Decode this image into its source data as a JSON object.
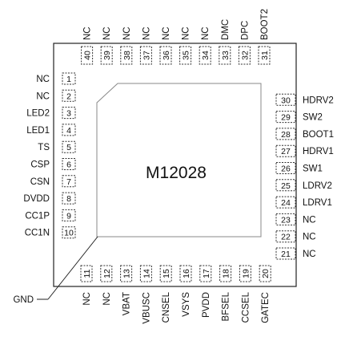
{
  "chip_name": "M12028",
  "pad_label": "GND",
  "pins": {
    "left": [
      {
        "num": "1",
        "name": "NC"
      },
      {
        "num": "2",
        "name": "NC"
      },
      {
        "num": "3",
        "name": "LED2"
      },
      {
        "num": "4",
        "name": "LED1"
      },
      {
        "num": "5",
        "name": "TS"
      },
      {
        "num": "6",
        "name": "CSP"
      },
      {
        "num": "7",
        "name": "CSN"
      },
      {
        "num": "8",
        "name": "DVDD"
      },
      {
        "num": "9",
        "name": "CC1P"
      },
      {
        "num": "10",
        "name": "CC1N"
      }
    ],
    "bottom": [
      {
        "num": "11",
        "name": "NC"
      },
      {
        "num": "12",
        "name": "NC"
      },
      {
        "num": "13",
        "name": "VBAT"
      },
      {
        "num": "14",
        "name": "VBUSC"
      },
      {
        "num": "15",
        "name": "CNSEL"
      },
      {
        "num": "16",
        "name": "VSYS"
      },
      {
        "num": "17",
        "name": "PVDD"
      },
      {
        "num": "18",
        "name": "BFSEL"
      },
      {
        "num": "19",
        "name": "CCSEL"
      },
      {
        "num": "20",
        "name": "GATEC"
      }
    ],
    "right": [
      {
        "num": "21",
        "name": "NC"
      },
      {
        "num": "22",
        "name": "NC"
      },
      {
        "num": "23",
        "name": "NC"
      },
      {
        "num": "24",
        "name": "LDRV1"
      },
      {
        "num": "25",
        "name": "LDRV2"
      },
      {
        "num": "26",
        "name": "SW1"
      },
      {
        "num": "27",
        "name": "HDRV1"
      },
      {
        "num": "28",
        "name": "BOOT1"
      },
      {
        "num": "29",
        "name": "SW2"
      },
      {
        "num": "30",
        "name": "HDRV2"
      }
    ],
    "top": [
      {
        "num": "31",
        "name": "BOOT2"
      },
      {
        "num": "32",
        "name": "DPC"
      },
      {
        "num": "33",
        "name": "DMC"
      },
      {
        "num": "34",
        "name": "NC"
      },
      {
        "num": "35",
        "name": "NC"
      },
      {
        "num": "36",
        "name": "NC"
      },
      {
        "num": "37",
        "name": "NC"
      },
      {
        "num": "38",
        "name": "NC"
      },
      {
        "num": "39",
        "name": "NC"
      },
      {
        "num": "40",
        "name": "NC"
      }
    ]
  }
}
